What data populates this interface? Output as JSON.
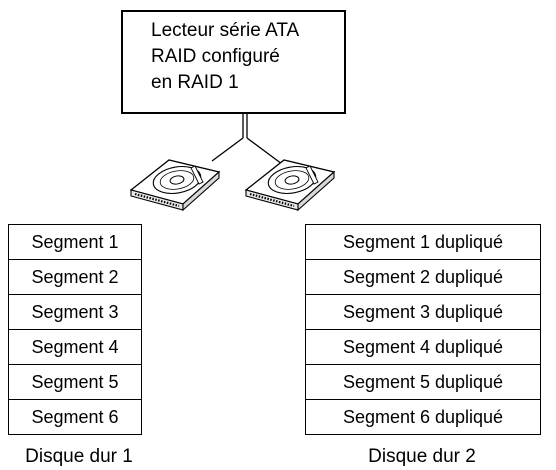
{
  "controller": {
    "lines": [
      "Lecteur série ATA",
      "RAID configuré",
      "en RAID 1"
    ]
  },
  "disk_left": {
    "segments": [
      "Segment 1",
      "Segment 2",
      "Segment 3",
      "Segment 4",
      "Segment 5",
      "Segment 6"
    ],
    "caption": "Disque dur 1"
  },
  "disk_right": {
    "segments": [
      "Segment 1 dupliqué",
      "Segment 2 dupliqué",
      "Segment 3 dupliqué",
      "Segment 4 dupliqué",
      "Segment 5 dupliqué",
      "Segment 6 dupliqué"
    ],
    "caption": "Disque dur 2"
  },
  "icons": [
    "hard-drive-icon",
    "hard-drive-icon"
  ]
}
